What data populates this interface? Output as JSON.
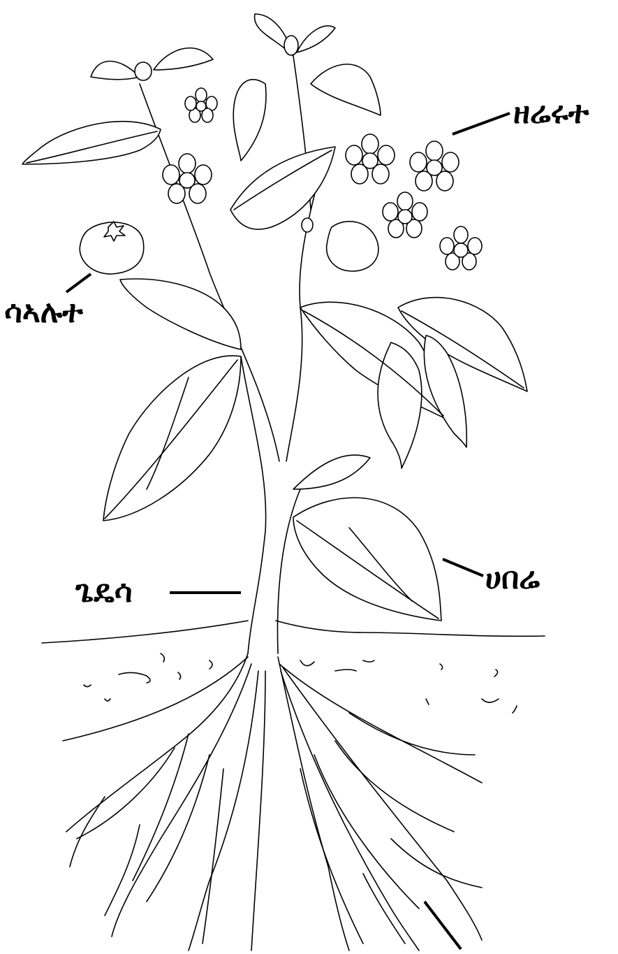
{
  "diagram": {
    "labels": {
      "flower": "ዘሬሩተ",
      "fruit": "ሳኣሉተ",
      "leaf": "ሀበሬ",
      "stem": "ጌዴሳ"
    },
    "colors": {
      "ink": "#000000",
      "background": "#ffffff"
    }
  }
}
